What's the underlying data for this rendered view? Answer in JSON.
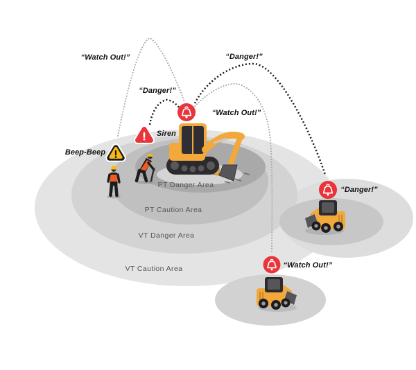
{
  "diagram": {
    "zones": {
      "pt_danger": "PT Danger Area",
      "pt_caution": "PT Caution Area",
      "vt_danger": "VT Danger Area",
      "vt_caution": "VT Caution Area"
    },
    "callouts": {
      "watch_out_top_left": "“Watch Out!”",
      "danger_inner": "“Danger!”",
      "danger_top": "“Danger!”",
      "watch_out_center": "“Watch Out!”",
      "danger_right": "“Danger!”",
      "watch_out_bottom": "“Watch Out!”",
      "beep_beep": "Beep-Beep",
      "siren": "Siren"
    },
    "icons": {
      "bell": "alert-bell-icon",
      "red_triangle": "siren-warning-icon",
      "yellow_triangle": "beeper-warning-icon"
    }
  },
  "colors": {
    "background": "#FFFFFF",
    "alert_red": "#E8343A",
    "warning_yellow": "#FBBA12",
    "machine_yellow": "#F2A83B",
    "machine_dark": "#2B2B2D",
    "machine_gray": "#55555A",
    "vest_orange": "#EF5B23",
    "zone_vt_caution": "#E4E4E4",
    "zone_vt_danger": "#D3D3D3",
    "zone_pt_caution": "#C0C0C0",
    "zone_pt_danger": "#A9A9A9",
    "zone_right_outer": "#DDDDDD",
    "zone_right_inner": "#C7C7C7",
    "zone_bottom": "#D2D2D2",
    "arc_gray": "#A8A8A8",
    "arc_black": "#1B1B1B",
    "zone_text": "#54555A",
    "callout_text": "#111111"
  }
}
